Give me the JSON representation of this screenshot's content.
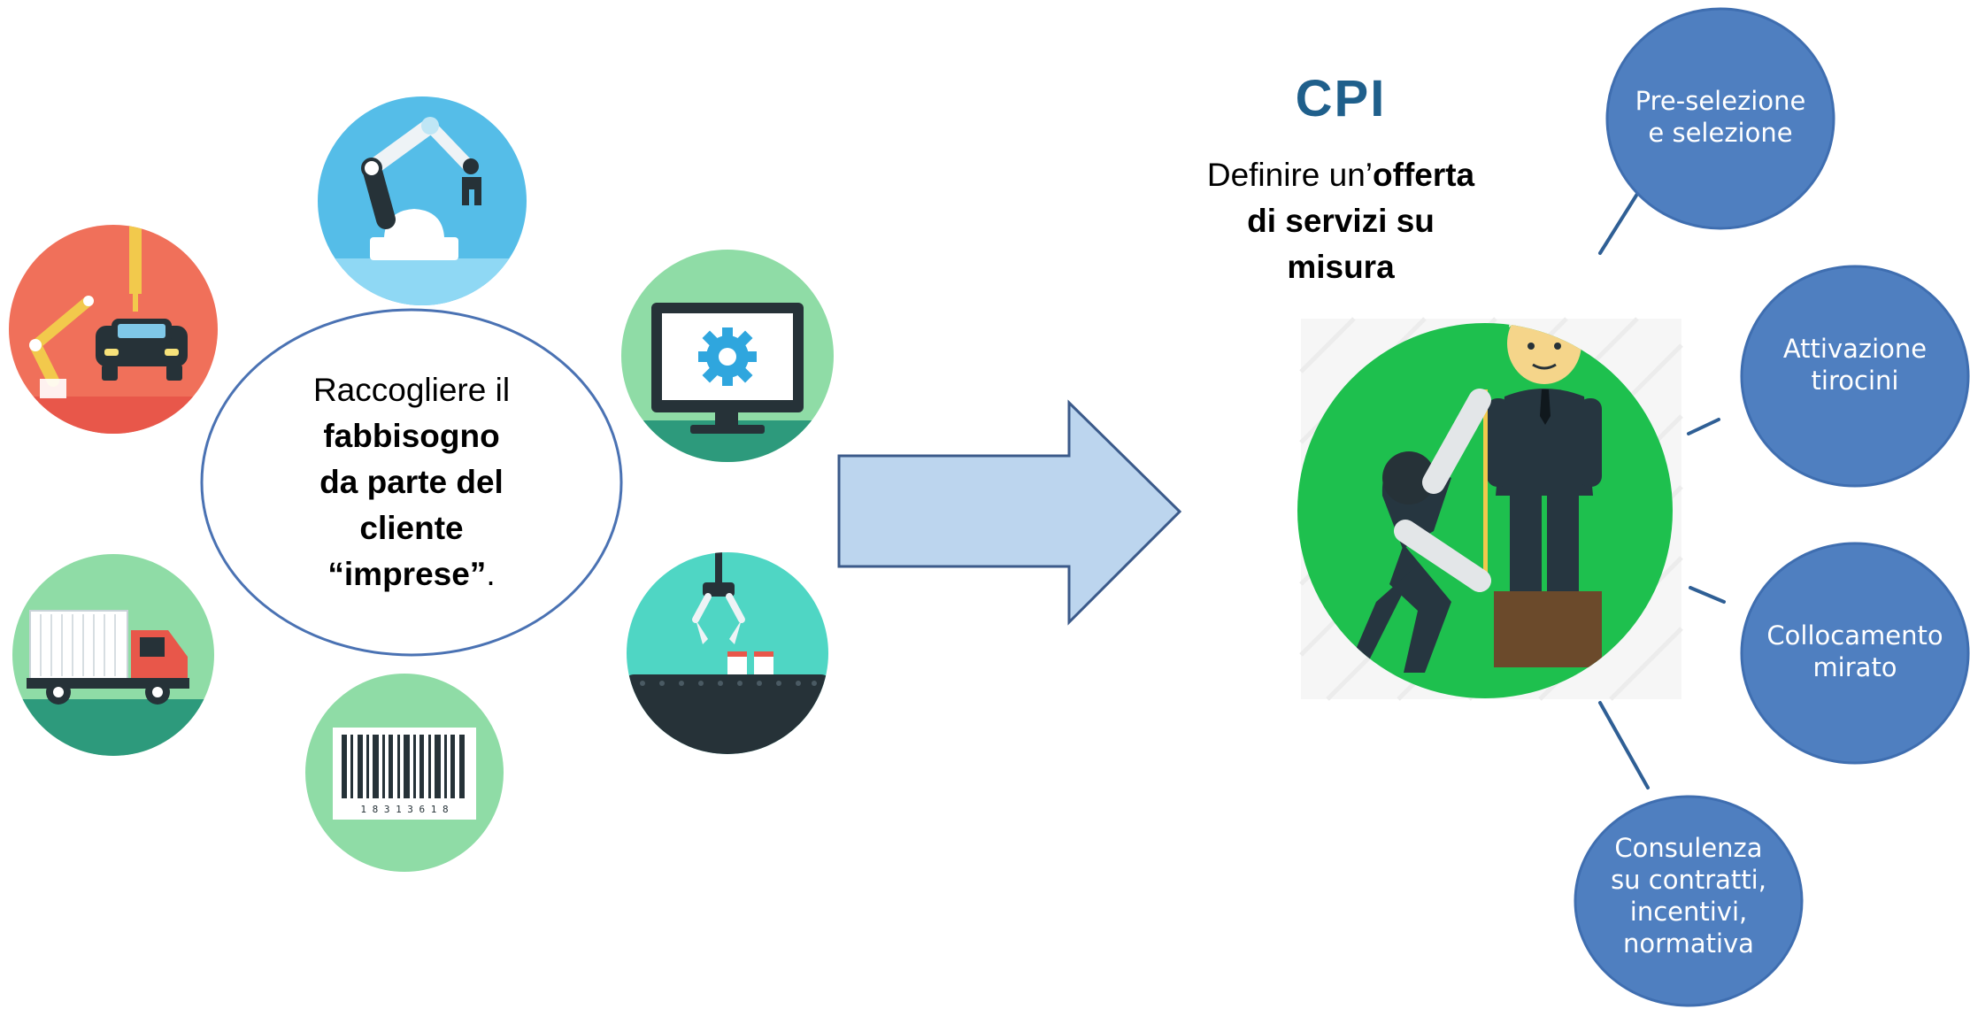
{
  "left_ellipse": {
    "line1": "Raccogliere il",
    "line2": "fabbisogno",
    "line3": "da parte del",
    "line4": "cliente",
    "line5_bold": "“imprese”",
    "line5_tail": "."
  },
  "cpi": {
    "title": "CPI",
    "sub_line1_normal": "Definire un’",
    "sub_line1_bold": "offerta",
    "sub_line2": "di servizi su",
    "sub_line3": "misura"
  },
  "services": [
    {
      "lines": [
        "Pre-selezione",
        "e selezione"
      ]
    },
    {
      "lines": [
        "Attivazione",
        "tirocini"
      ]
    },
    {
      "lines": [
        "Collocamento",
        "mirato"
      ]
    },
    {
      "lines": [
        "Consulenza",
        "su contratti,",
        "incentivi,",
        "normativa"
      ]
    }
  ],
  "icons": {
    "robot_car": "robot-arm-car-icon",
    "robot_arm": "robot-arm-icon",
    "monitor": "monitor-gear-icon",
    "truck": "truck-icon",
    "barcode": "barcode-icon",
    "conveyor": "conveyor-claw-icon",
    "tailor": "tailor-measuring-icon"
  },
  "barcode_digits": "1 8 3 1 3 6 1 8",
  "colors": {
    "ellipse_stroke": "#4a72b3",
    "arrow_fill": "#bcd5ee",
    "arrow_stroke": "#3b5a8a",
    "service_fill": "#4f7fc0",
    "service_stroke": "#3f6eb0",
    "connector": "#2f5f95",
    "cpi_title": "#1f5f8b"
  }
}
